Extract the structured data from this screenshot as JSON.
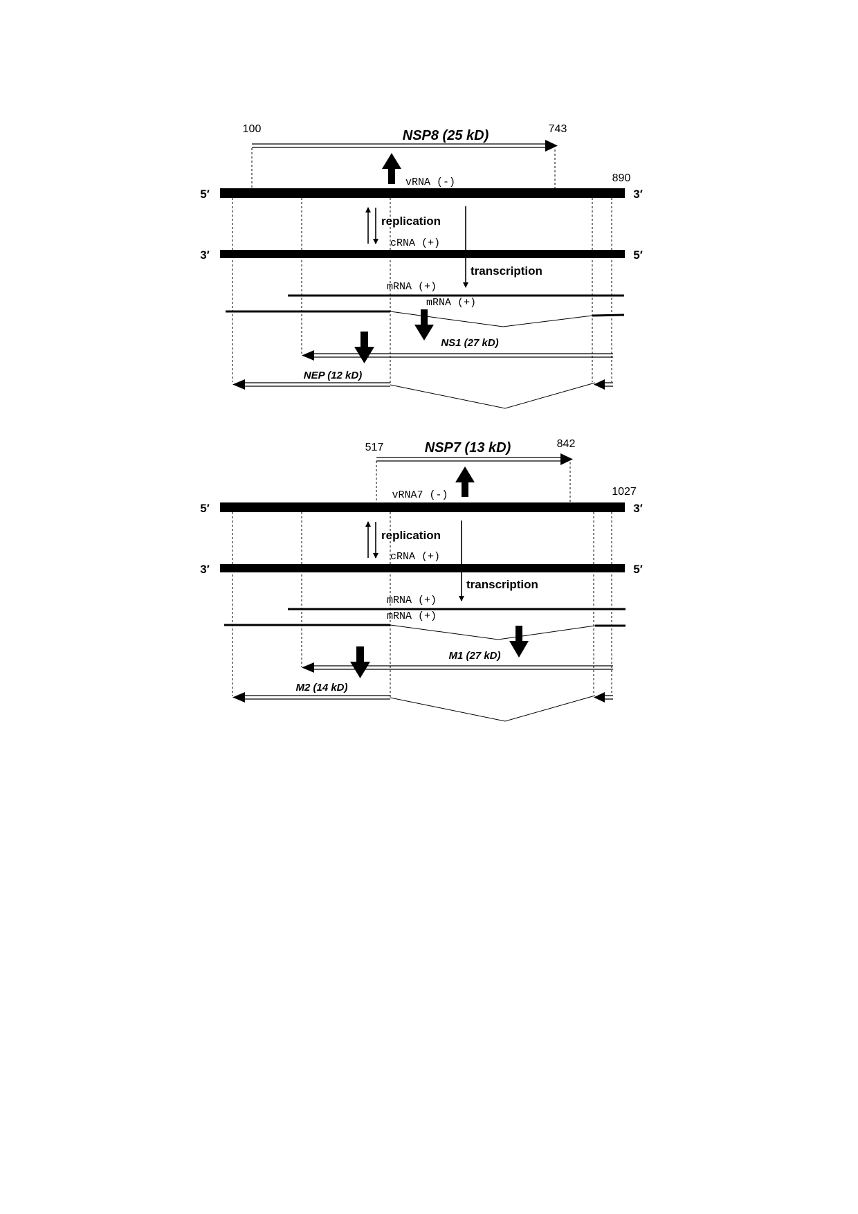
{
  "panel_top": {
    "protein": "NSP8 (25 kD)",
    "start": "100",
    "end": "743",
    "length_end": "890",
    "vrna": "vRNA (-)",
    "crna": "cRNA (+)",
    "mrna_1": "mRNA (+)",
    "mrna_2": "mRNA (+)",
    "protein_a": "NS1 (27 kD)",
    "protein_b": "NEP (12 kD)"
  },
  "panel_bottom": {
    "protein": "NSP7 (13 kD)",
    "start": "517",
    "end": "842",
    "length_end": "1027",
    "vrna": "vRNA7 (-)",
    "crna": "cRNA (+)",
    "mrna_1": "mRNA (+)",
    "mrna_2": "mRNA (+)",
    "protein_a": "M1 (27 kD)",
    "protein_b": "M2 (14 kD)"
  },
  "common": {
    "five_prime": "5′",
    "three_prime": "3′",
    "replication": "replication",
    "transcription": "transcription"
  }
}
